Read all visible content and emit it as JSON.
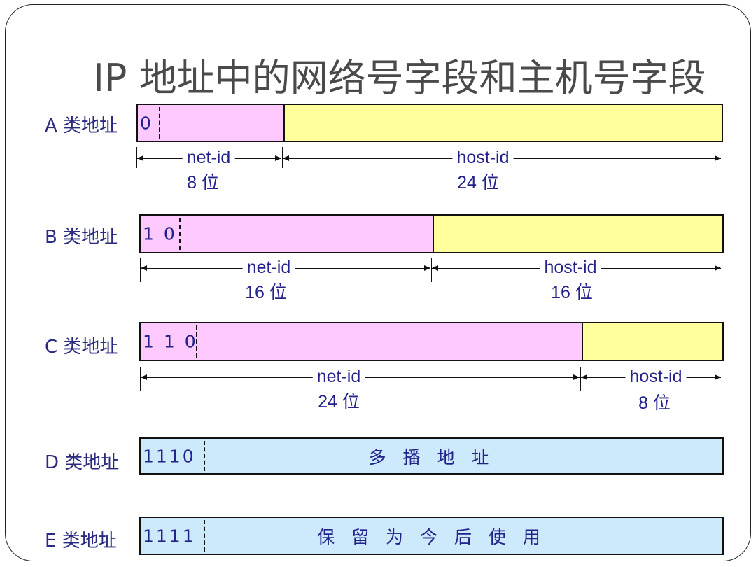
{
  "title": "IP 地址中的网络号字段和主机号字段",
  "classes": {
    "a": {
      "label": "A 类地址",
      "bits": "0",
      "net": "net-id",
      "net_bits": "8 位",
      "host": "host-id",
      "host_bits": "24 位"
    },
    "b": {
      "label": "B 类地址",
      "bits": "1 0",
      "net": "net-id",
      "net_bits": "16 位",
      "host": "host-id",
      "host_bits": "16 位"
    },
    "c": {
      "label": "C 类地址",
      "bits": "1 1 0",
      "net": "net-id",
      "net_bits": "24 位",
      "host": "host-id",
      "host_bits": "8 位"
    },
    "d": {
      "label": "D 类地址",
      "bits": "1110",
      "text": "多 播 地 址"
    },
    "e": {
      "label": "E 类地址",
      "bits": "1111",
      "text": "保 留 为 今 后 使 用"
    }
  },
  "colors": {
    "net": "#fec9fe",
    "host": "#ffff9c",
    "special": "#cde9fc",
    "text": "#22228a"
  }
}
